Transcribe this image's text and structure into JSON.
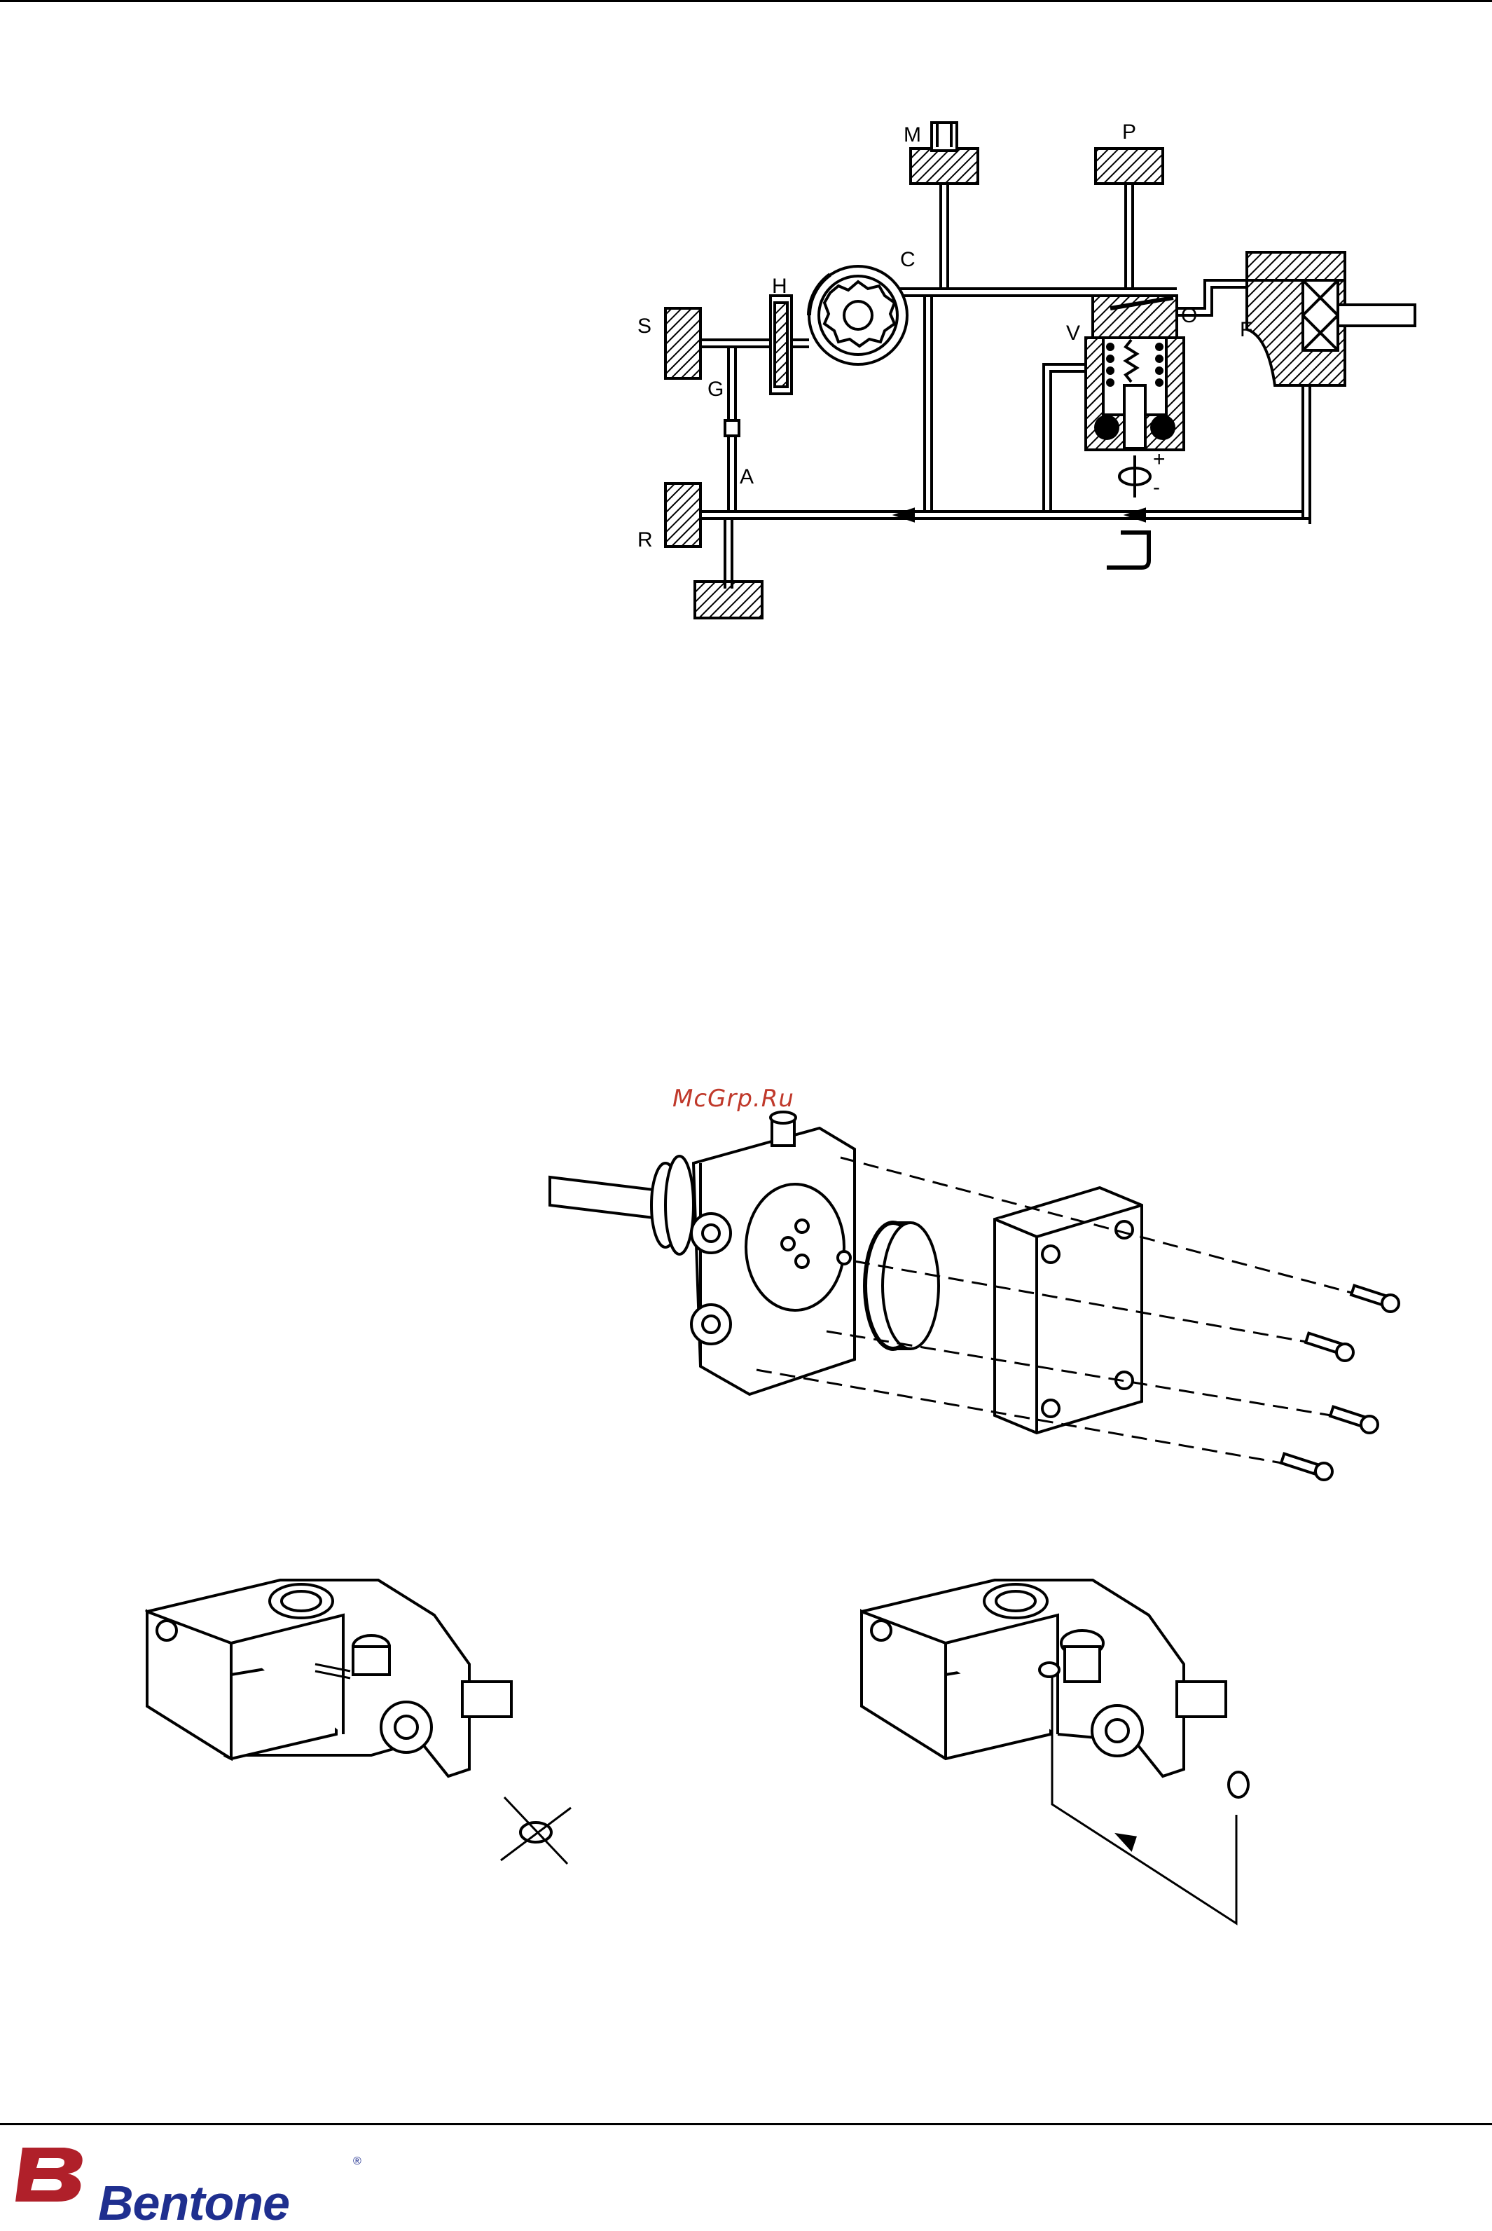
{
  "diagram": {
    "labels": {
      "m": "M",
      "p": "P",
      "c": "C",
      "h": "H",
      "s": "S",
      "g": "G",
      "v": "V",
      "o": "O",
      "f": "F",
      "a": "A",
      "r": "R",
      "plus": "+",
      "minus": "-"
    }
  },
  "watermark": "McGrp.Ru",
  "footer": {
    "brand": "Bentone",
    "registered": "®"
  },
  "colors": {
    "line": "#000000",
    "watermark": "#c0392b",
    "brand_blue": "#1f2f8f",
    "brand_red": "#b0202a"
  }
}
